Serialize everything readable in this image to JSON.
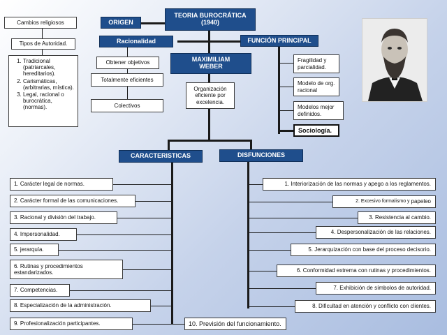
{
  "title": {
    "line1": "TEORIA  BUROCRÁTICA",
    "line2": "(1940)"
  },
  "author": {
    "line1": "MAXIMILIAM",
    "line2": "WEBER"
  },
  "origen": {
    "label": "ORIGEN",
    "cambios": "Cambios religiosos",
    "tipos": "Tipos de Autoridad.",
    "autoridad": [
      "Tradicional (patriarcales, hereditarios).",
      "Carismáticas, (arbitrarias, mística).",
      "Legal, racional o burocrática, (normas)."
    ]
  },
  "racionalidad": {
    "label": "Racionalidad",
    "items": [
      "Obtener objetivos",
      "Totalmente eficientes",
      "Colectivos"
    ]
  },
  "organizacion": "Organización eficiente por excelencia.",
  "funcion": {
    "label": "FUNCIÓN PRINCIPAL",
    "items": [
      "Fragilidad y parcialidad.",
      "Modelo de org. racional",
      "Modelos mejor definidos."
    ],
    "sociologia": "Sociología."
  },
  "caracteristicas": {
    "label": "CARACTERISTICAS",
    "items": [
      "1. Carácter legal de normas.",
      "2. Carácter formal de las comunicaciones.",
      "3. Racional y división del trabajo.",
      "4. Impersonalidad.",
      "5. jerarquía.",
      "6. Rutinas y procedimientos estandarizados.",
      "7. Competencias.",
      "8. Especialización de la administración.",
      "9. Profesionalización participantes.",
      "10. Previsión del funcionamiento."
    ]
  },
  "disfunciones": {
    "label": "DISFUNCIONES",
    "items": [
      "1. Interiorización de las normas y apego a los reglamentos.",
      "2. Excesivo formalismo y",
      "3. Resistencia al cambio.",
      "4. Despersonalización de las relaciones.",
      "5. Jerarquización con base del proceso decisorio.",
      "6. Conformidad extrema con rutinas y procedimientos.",
      "7. Exhibición de símbolos de autoridad.",
      "8. Dificultad en atención y conflicto con clientes."
    ],
    "item2_extra": "papeleo"
  },
  "colors": {
    "header_bg": "#1f4e8c",
    "line": "#1a1a1a"
  }
}
